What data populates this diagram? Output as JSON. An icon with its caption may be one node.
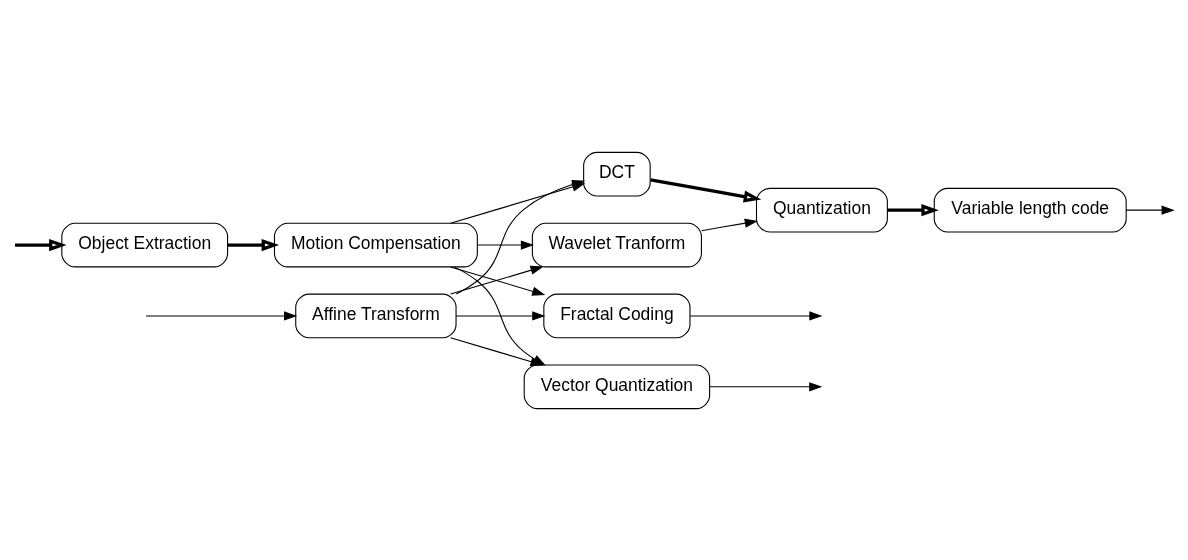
{
  "diagram": {
    "nodes": [
      {
        "text": [
          "Motion Compensation"
        ]
      },
      {
        "text": [
          "DCT"
        ]
      },
      {
        "text": [
          "Quantization"
        ]
      },
      {
        "text": [
          "Variable length code"
        ]
      },
      {
        "text": [
          "Object Extraction"
        ]
      },
      {
        "text": [
          "Wavelet Tranform"
        ]
      },
      {
        "text": [
          "Affine Transform"
        ]
      },
      {
        "text": [
          "Fractal Coding"
        ]
      },
      {
        "text": [
          "Vector Quantization"
        ]
      }
    ],
    "edges": [
      {
        "from": null,
        "to": 4,
        "arrow": "to",
        "style": "thick"
      },
      {
        "from": null,
        "to": 6,
        "arrow": "to"
      },
      {
        "from": 4,
        "to": 0,
        "arrow": "to",
        "style": "thick"
      },
      {
        "from": 0,
        "to": 1,
        "arrow": "to"
      },
      {
        "from": 0,
        "to": 5,
        "arrow": "to"
      },
      {
        "from": 0,
        "to": 7,
        "arrow": "to"
      },
      {
        "from": 0,
        "to": 8,
        "arrow": "to"
      },
      {
        "from": 6,
        "to": 1,
        "arrow": "to"
      },
      {
        "from": 6,
        "to": 5,
        "arrow": "to"
      },
      {
        "from": 6,
        "to": 7,
        "arrow": "to"
      },
      {
        "from": 6,
        "to": 8,
        "arrow": "to"
      },
      {
        "from": 1,
        "to": 2,
        "arrow": "to",
        "style": "thick"
      },
      {
        "from": 5,
        "to": 2,
        "arrow": "to"
      },
      {
        "from": 2,
        "to": 3,
        "arrow": "to",
        "style": "thick"
      },
      {
        "from": 3,
        "to": null,
        "arrow": "to"
      },
      {
        "from": 7,
        "to": null,
        "arrow": "to"
      },
      {
        "from": 8,
        "to": null,
        "arrow": "to"
      }
    ]
  }
}
